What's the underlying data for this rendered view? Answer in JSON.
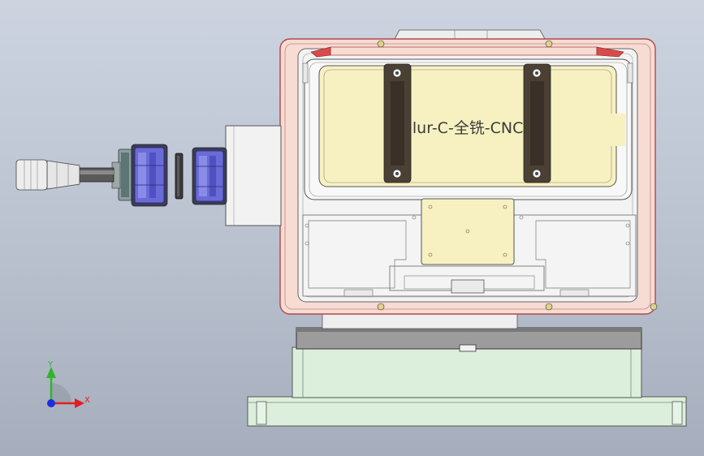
{
  "plate_label": "ollur-C-全铣-CNC",
  "triad": {
    "y_label": "Y",
    "x_label": "X",
    "y_color": "#2fb52f",
    "x_color": "#e02020",
    "z_color": "#1b2ee0"
  },
  "colors": {
    "housing_fill": "#f6dcd3",
    "housing_stroke": "#b04a4a",
    "plate_fill": "#f7f1c1",
    "base_fill": "#dcefdc",
    "collar_dark": "#3c3c5c",
    "collar_blue": "#6a6ad8",
    "brace_fill": "#4b4034"
  }
}
